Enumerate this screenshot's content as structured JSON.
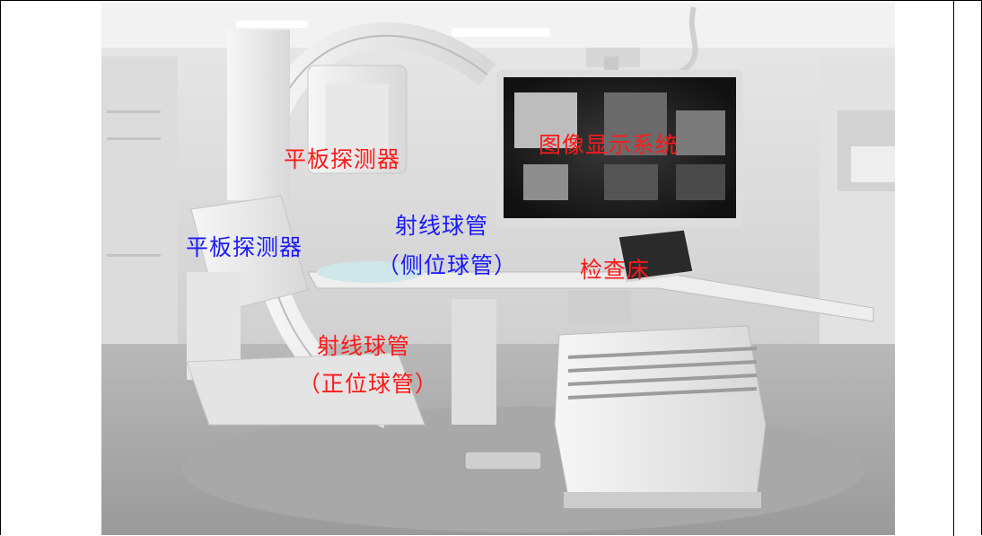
{
  "labels": {
    "flat_panel_red": "平板探测器",
    "display_system": "图像显示系统",
    "flat_panel_blue": "平板探测器",
    "tube_lateral_line1": "射线球管",
    "tube_lateral_line2": "（侧位球管）",
    "exam_table": "检查床",
    "tube_frontal_line1": "射线球管",
    "tube_frontal_line2": "（正位球管）"
  },
  "colors": {
    "red_label": "#ff1a1a",
    "blue_label": "#1a1aff"
  }
}
